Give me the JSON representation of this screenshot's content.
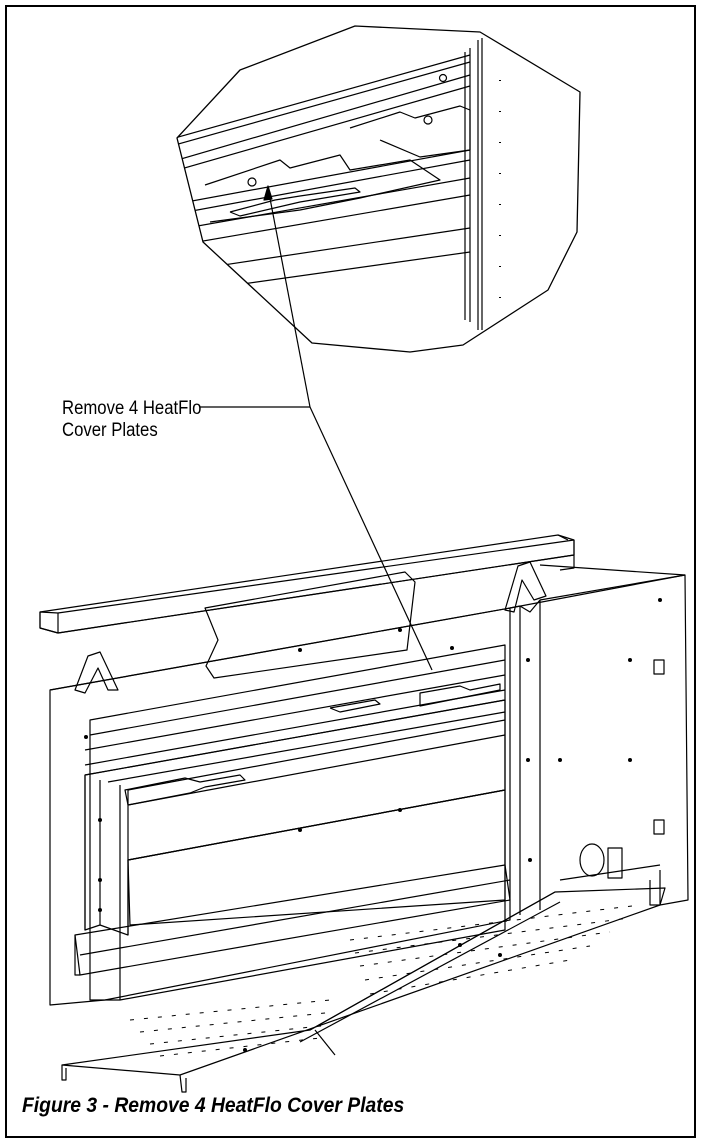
{
  "callout": {
    "line1": "Remove 4 HeatFlo",
    "line2": "Cover Plates"
  },
  "caption": "Figure 3 - Remove 4 HeatFlo Cover Plates",
  "colors": {
    "ink": "#000000",
    "paper": "#ffffff"
  }
}
